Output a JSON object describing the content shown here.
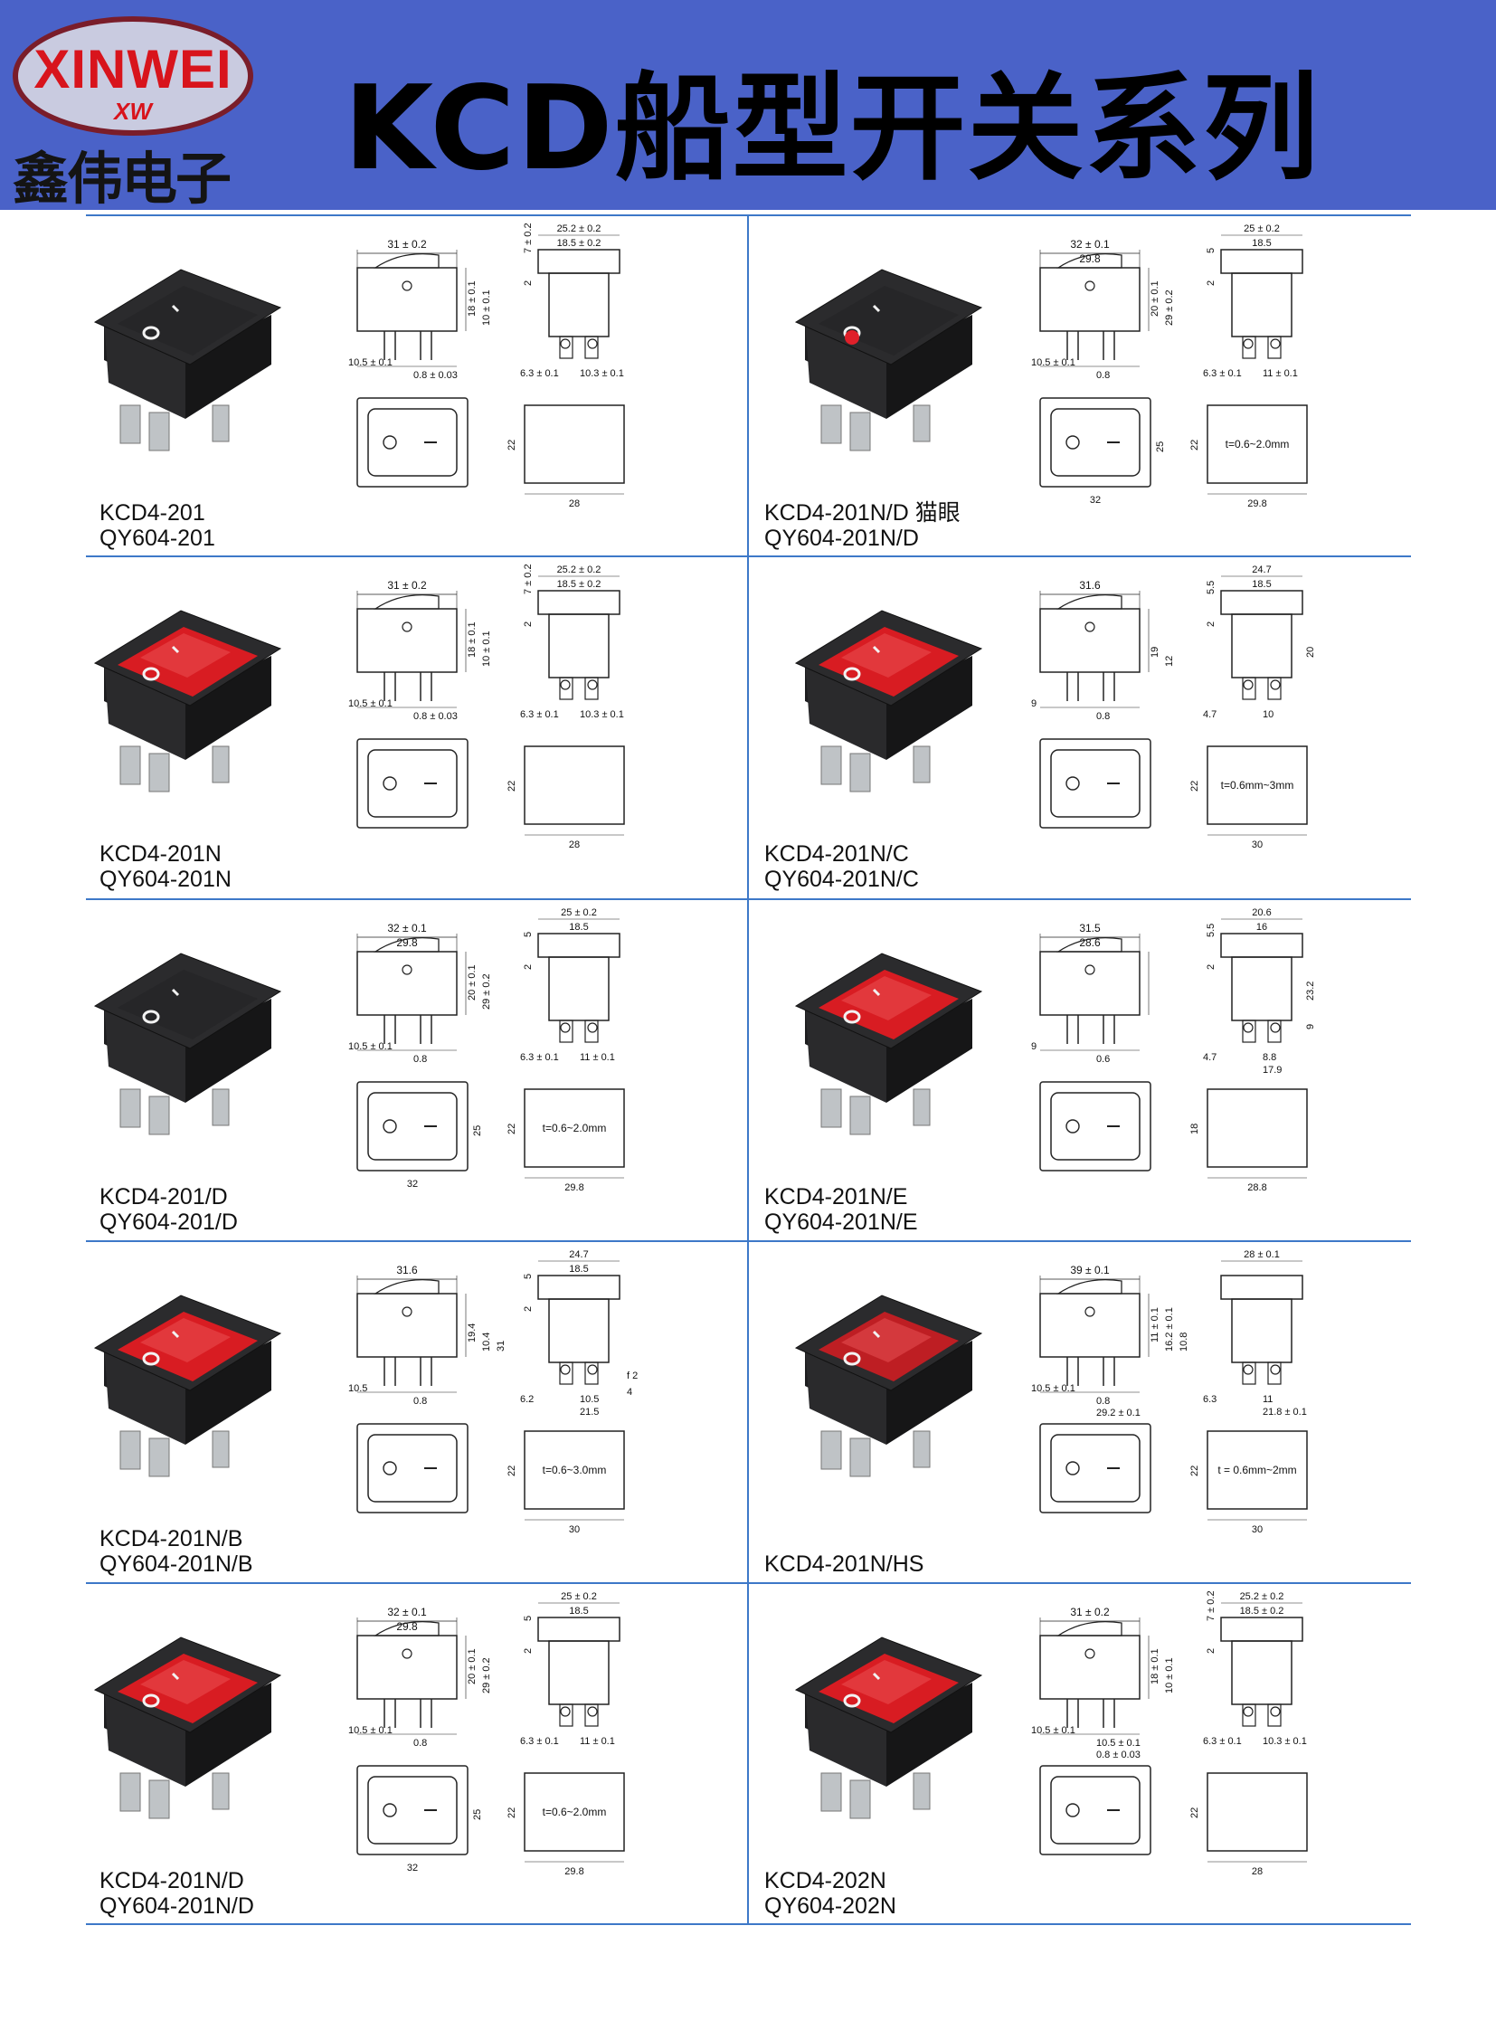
{
  "header": {
    "brand": "XINWEI",
    "brand_sub": "XW",
    "company": "鑫伟电子",
    "title": "KCD船型开关系列",
    "colors": {
      "banner": "#4a62c8",
      "brand_red": "#d8141c",
      "divider": "#3d78c8"
    }
  },
  "products": [
    {
      "model": "KCD4-201",
      "alt": "QY604-201",
      "color": "black",
      "indicator": false,
      "dims": {
        "w": "31 ± 0.2",
        "h": "18 ± 0.1",
        "h2": "10 ± 0.1",
        "pin": "10.5 ± 0.1",
        "pin2": "0.8 ± 0.03",
        "sw": "25.2 ± 0.2",
        "sw2": "18.5 ± 0.2",
        "top": "7 ± 0.2",
        "step": "2",
        "sp": "6.3 ± 0.1",
        "sp2": "10.3 ± 0.1",
        "cut_h": "22",
        "cut_w": "28",
        "thick": ""
      }
    },
    {
      "model": "KCD4-201N/D 猫眼",
      "alt": "QY604-201N/D",
      "color": "black",
      "indicator": true,
      "dims": {
        "w": "32 ± 0.1",
        "w2": "29.8",
        "h": "20 ± 0.1",
        "h2": "29 ± 0.2",
        "pin": "10.5 ± 0.1",
        "pin2": "0.8",
        "sw": "25 ± 0.2",
        "sw2": "18.5",
        "top": "5",
        "step": "2",
        "sp": "6.3 ± 0.1",
        "sp2": "11 ± 0.1",
        "cut_h": "22",
        "cut_w": "29.8",
        "front_h": "25",
        "front_w": "32",
        "thick": "t=0.6~2.0mm"
      }
    },
    {
      "model": "KCD4-201N",
      "alt": "QY604-201N",
      "color": "red",
      "dims": {
        "w": "31 ± 0.2",
        "h": "18 ± 0.1",
        "h2": "10 ± 0.1",
        "pin": "10.5 ± 0.1",
        "pin2": "0.8 ± 0.03",
        "sw": "25.2 ± 0.2",
        "sw2": "18.5 ± 0.2",
        "top": "7 ± 0.2",
        "step": "2",
        "sp": "6.3 ± 0.1",
        "sp2": "10.3 ± 0.1",
        "cut_h": "22",
        "cut_w": "28",
        "thick": ""
      }
    },
    {
      "model": "KCD4-201N/C",
      "alt": "QY604-201N/C",
      "color": "red",
      "dims": {
        "w": "31.6",
        "h": "19",
        "h2": "12",
        "pin": "9",
        "pin2": "0.8",
        "sw": "24.7",
        "sw2": "18.5",
        "top": "5.5",
        "step": "2",
        "sp": "4.7",
        "sp2": "10",
        "side": "20",
        "cut_h": "22",
        "cut_w": "30",
        "thick": "t=0.6mm~3mm"
      }
    },
    {
      "model": "KCD4-201/D",
      "alt": "QY604-201/D",
      "color": "black",
      "dims": {
        "w": "32 ± 0.1",
        "w2": "29.8",
        "h": "20 ± 0.1",
        "h2": "29 ± 0.2",
        "pin": "10.5 ± 0.1",
        "pin2": "0.8",
        "sw": "25 ± 0.2",
        "sw2": "18.5",
        "top": "5",
        "step": "2",
        "sp": "6.3 ± 0.1",
        "sp2": "11 ± 0.1",
        "cut_h": "22",
        "cut_w": "29.8",
        "front_h": "25",
        "front_w": "32",
        "thick": "t=0.6~2.0mm"
      }
    },
    {
      "model": "KCD4-201N/E",
      "alt": "QY604-201N/E",
      "color": "red",
      "dims": {
        "w": "31.5",
        "w2": "28.6",
        "h": "",
        "h2": "",
        "pin": "9",
        "pin2": "0.6",
        "sw": "20.6",
        "sw2": "16",
        "top": "5.5",
        "step": "2",
        "sp": "4.7",
        "sp2": "8.8",
        "sp3": "17.9",
        "side": "23.2",
        "side2": "9",
        "cut_h": "18",
        "cut_w": "28.8",
        "thick": ""
      }
    },
    {
      "model": "KCD4-201N/B",
      "alt": "QY604-201N/B",
      "color": "red",
      "dims": {
        "w": "31.6",
        "h": "19.4",
        "h2": "10.4",
        "h3": "31",
        "pin": "10.5",
        "pin2": "0.8",
        "sw": "24.7",
        "sw2": "18.5",
        "top": "5",
        "step": "2",
        "sp": "6.2",
        "sp2": "10.5",
        "sp3": "21.5",
        "f": "f 2",
        "f2": "4",
        "cut_h": "22",
        "cut_w": "30",
        "thick": "t=0.6~3.0mm"
      }
    },
    {
      "model": "KCD4-201N/HS",
      "alt": "",
      "color": "clear-red",
      "dims": {
        "w": "39 ± 0.1",
        "pin": "10.5 ± 0.1",
        "pin2": "0.8",
        "pin3": "29.2 ± 0.1",
        "sw": "28 ± 0.1",
        "h": "11 ± 0.1",
        "h2": "16.2 ± 0.1",
        "h3": "10.8",
        "sp": "6.3",
        "sp2": "11",
        "sp3": "21.8 ± 0.1",
        "cut_h": "22",
        "cut_w": "30",
        "thick": "t = 0.6mm~2mm"
      }
    },
    {
      "model": "KCD4-201N/D",
      "alt": "QY604-201N/D",
      "color": "red",
      "dims": {
        "w": "32 ± 0.1",
        "w2": "29.8",
        "h": "20 ± 0.1",
        "h2": "29 ± 0.2",
        "pin": "10.5 ± 0.1",
        "pin2": "0.8",
        "sw": "25 ± 0.2",
        "sw2": "18.5",
        "top": "5",
        "step": "2",
        "sp": "6.3 ± 0.1",
        "sp2": "11 ± 0.1",
        "cut_h": "22",
        "cut_w": "29.8",
        "front_h": "25",
        "front_w": "32",
        "thick": "t=0.6~2.0mm"
      }
    },
    {
      "model": "KCD4-202N",
      "alt": "QY604-202N",
      "color": "red",
      "dims": {
        "w": "31 ± 0.2",
        "h": "18 ± 0.1",
        "h2": "10 ± 0.1",
        "pin": "10.5 ± 0.1",
        "pin2": "10.5 ± 0.1",
        "pin3": "0.8 ± 0.03",
        "sw": "25.2 ± 0.2",
        "sw2": "18.5 ± 0.2",
        "top": "7 ± 0.2",
        "step": "2",
        "sp": "6.3 ± 0.1",
        "sp2": "10.3 ± 0.1",
        "cut_h": "22",
        "cut_w": "28",
        "thick": ""
      }
    }
  ]
}
